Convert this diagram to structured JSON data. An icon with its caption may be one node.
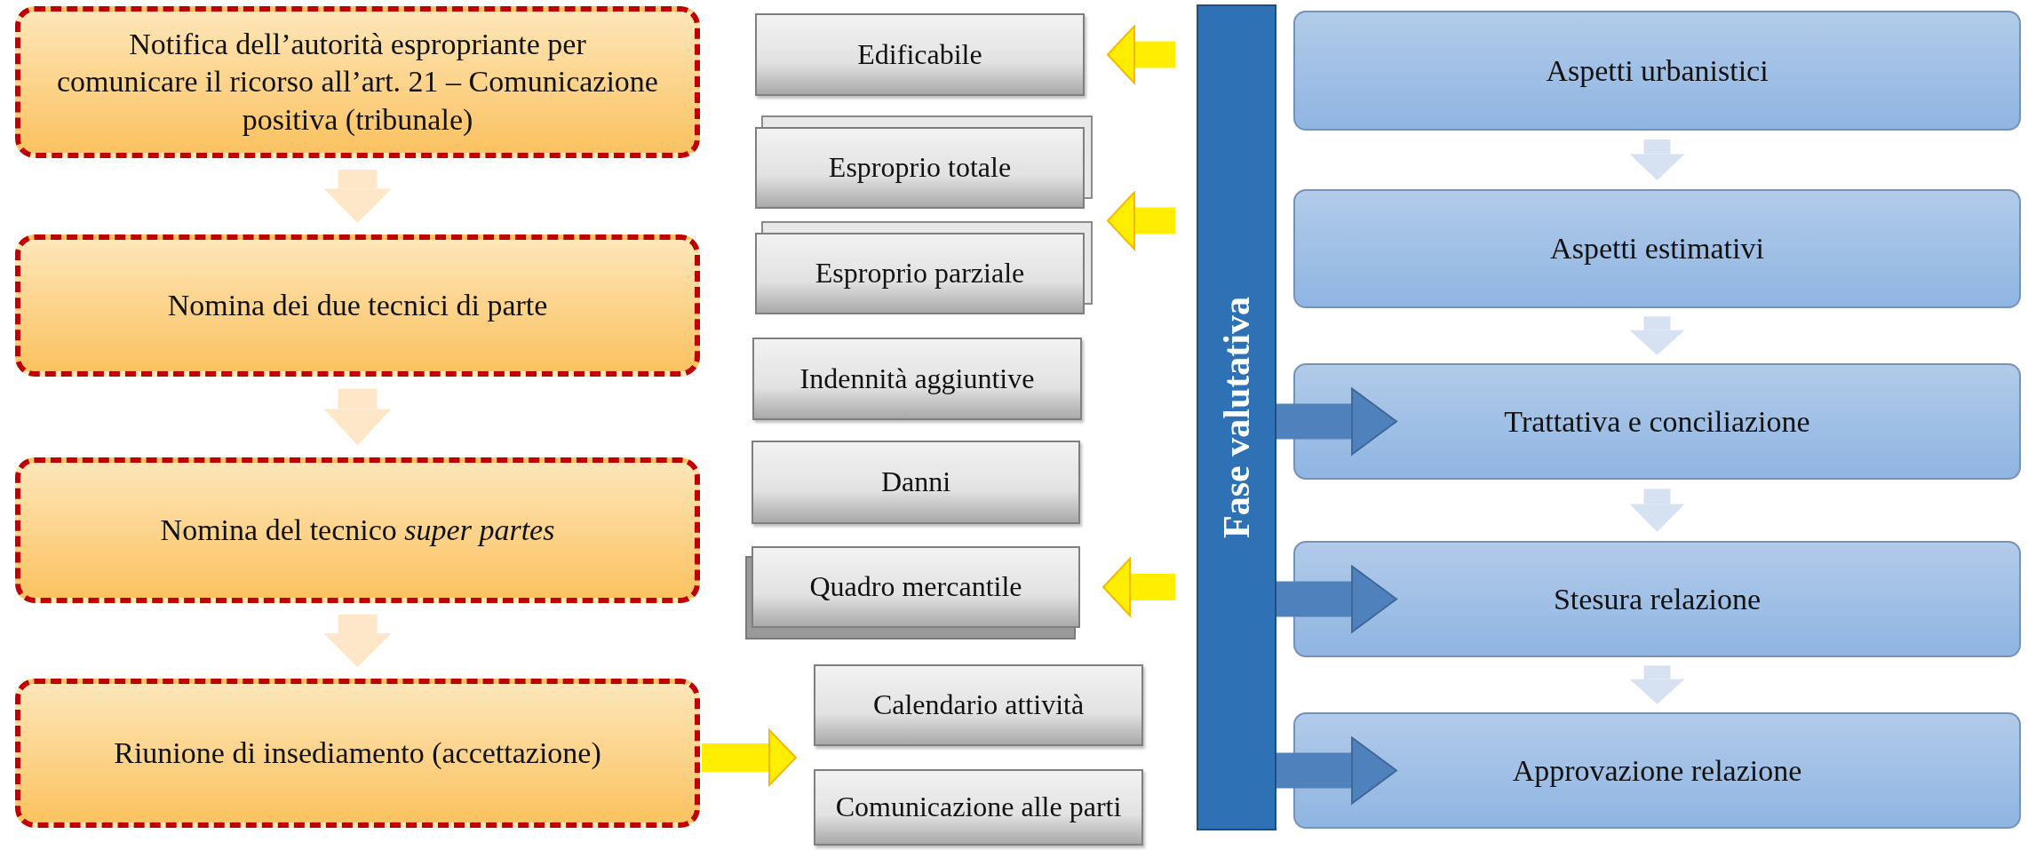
{
  "diagram": {
    "nodes": [
      {
        "text": [
          "Notifica dell’autorità espropriante per comunicare il ricorso all’art. 21 – Comunicazione positiva (tribunale)"
        ]
      },
      {
        "text": [
          "Nomina dei due tecnici di parte"
        ]
      },
      {
        "text": [
          "Nomina del tecnico *super partes*"
        ]
      },
      {
        "text": [
          "Riunione di insediamento (accettazione)"
        ]
      },
      {
        "text": [
          "Edificabile"
        ]
      },
      {
        "text": [
          "Esproprio totale"
        ]
      },
      {
        "text": [
          "Esproprio parziale"
        ]
      },
      {
        "text": [
          "Indennità aggiuntive"
        ]
      },
      {
        "text": [
          "Danni"
        ]
      },
      {
        "text": [
          "Quadro mercantile"
        ]
      },
      {
        "text": [
          "Calendario attività"
        ]
      },
      {
        "text": [
          "Comunicazione alle parti"
        ]
      },
      {
        "text": [
          "Fase valutativa"
        ]
      },
      {
        "text": [
          "Aspetti urbanistici"
        ]
      },
      {
        "text": [
          "Aspetti estimativi"
        ]
      },
      {
        "text": [
          "Trattativa e conciliazione"
        ]
      },
      {
        "text": [
          "Stesura relazione"
        ]
      },
      {
        "text": [
          "Approvazione relazione"
        ]
      }
    ],
    "edges": [
      {
        "from": 0,
        "to": 1,
        "arrow": "to",
        "color": "#fde7c8"
      },
      {
        "from": 1,
        "to": 2,
        "arrow": "to",
        "color": "#fde7c8"
      },
      {
        "from": 2,
        "to": 3,
        "arrow": "to",
        "color": "#fde7c8"
      },
      {
        "from": 3,
        "to": 10,
        "arrow": "to",
        "color": "#ffee00"
      },
      {
        "from": 3,
        "to": 11,
        "arrow": "to",
        "color": "#ffee00"
      },
      {
        "from": 12,
        "to": 4,
        "arrow": "to",
        "color": "#ffee00"
      },
      {
        "from": 12,
        "to": 5,
        "arrow": "to",
        "color": "#ffee00"
      },
      {
        "from": 12,
        "to": 6,
        "arrow": "to",
        "color": "#ffee00"
      },
      {
        "from": 12,
        "to": 9,
        "arrow": "to",
        "color": "#ffee00"
      },
      {
        "from": 13,
        "to": 14,
        "arrow": "to",
        "color": "#d6e2f2"
      },
      {
        "from": 14,
        "to": 15,
        "arrow": "to",
        "color": "#d6e2f2"
      },
      {
        "from": 15,
        "to": 16,
        "arrow": "to",
        "color": "#d6e2f2"
      },
      {
        "from": 16,
        "to": 17,
        "arrow": "to",
        "color": "#d6e2f2"
      },
      {
        "from": 12,
        "to": 15,
        "arrow": "to",
        "color": "#4f81bd"
      },
      {
        "from": 12,
        "to": 16,
        "arrow": "to",
        "color": "#4f81bd"
      },
      {
        "from": 12,
        "to": 17,
        "arrow": "to",
        "color": "#4f81bd"
      }
    ]
  }
}
